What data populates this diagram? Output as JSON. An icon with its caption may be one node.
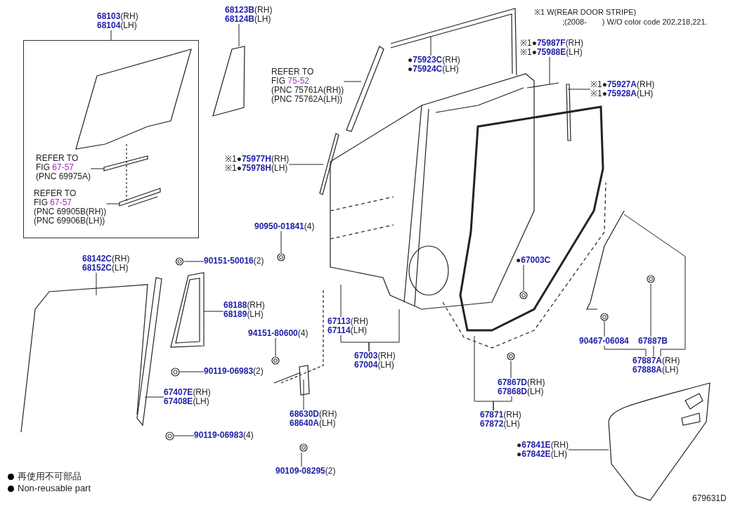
{
  "diagram": {
    "nodes": [
      {
        "text": [],
        "shape": "box"
      },
      {
        "text": [
          "**68103**(RH)",
          "**68104**(LH)"
        ]
      },
      {
        "text": [
          "REFER TO",
          "FIG *67-57*",
          "(PNC 69975A)"
        ],
        "in": 0
      },
      {
        "text": [
          "REFER TO",
          "FIG *67-57*",
          "(PNC 69905B(RH))",
          "(PNC 69906B(LH))"
        ],
        "in": 0
      },
      {
        "text": [
          "**68123B**(RH)",
          "**68124B**(LH)"
        ]
      },
      {
        "text": [
          "REFER TO",
          "FIG *75-52*",
          "(PNC 75761A(RH))",
          "(PNC 75762A(LH))"
        ]
      },
      {
        "text": [
          "※1●**75977H**(RH)",
          "※1●**75978H**(LH)"
        ]
      },
      {
        "text": [
          "**90950-01841**(4)"
        ]
      },
      {
        "text": [
          "●**75923C**(RH)",
          "●**75924C**(LH)"
        ]
      },
      {
        "text": [
          "※1●**75987F**(RH)",
          "※1●**75988E**(LH)"
        ]
      },
      {
        "text": [
          "※1●**75927A**(RH)",
          "※1●**75928A**(LH)"
        ]
      },
      {
        "text": [
          "**68142C**(RH)",
          "**68152C**(LH)"
        ]
      },
      {
        "text": [
          "**90151-50016**(2)"
        ]
      },
      {
        "text": [
          "**68188**(RH)",
          "**68189**(LH)"
        ]
      },
      {
        "text": [
          "**94151-80600**(4)"
        ]
      },
      {
        "text": [
          "**90119-06983**(2)"
        ]
      },
      {
        "text": [
          "**67407E**(RH)",
          "**67408E**(LH)"
        ]
      },
      {
        "text": [
          "**90119-06983**(4)"
        ]
      },
      {
        "text": [
          "**68630D**(RH)",
          "**68640A**(LH)"
        ]
      },
      {
        "text": [
          "**90109-08295**(2)"
        ]
      },
      {
        "text": [
          "**67113**(RH)",
          "**67114**(LH)"
        ]
      },
      {
        "text": [
          "**67003**(RH)",
          "**67004**(LH)"
        ]
      },
      {
        "text": [
          "●**67003C**"
        ]
      },
      {
        "text": [
          "**67867D**(RH)",
          "**67868D**(LH)"
        ]
      },
      {
        "text": [
          "**67871**(RH)",
          "**67872**(LH)"
        ]
      },
      {
        "text": [
          "**90467-06084**"
        ]
      },
      {
        "text": [
          "**67887B**"
        ]
      },
      {
        "text": [
          "**67887A**(RH)",
          "**67888A**(LH)"
        ]
      },
      {
        "text": [
          "●**67841E**(RH)",
          "●**67842E**(LH)"
        ]
      },
      {
        "text": [],
        "shape": "picture"
      },
      {
        "text": [],
        "shape": "picture"
      },
      {
        "text": [],
        "shape": "picture"
      },
      {
        "text": [],
        "shape": "picture"
      },
      {
        "text": [],
        "shape": "picture"
      },
      {
        "text": [],
        "shape": "picture"
      },
      {
        "text": [],
        "shape": "picture"
      },
      {
        "text": [],
        "shape": "picture"
      },
      {
        "text": [],
        "shape": "picture"
      },
      {
        "text": [],
        "shape": "picture"
      }
    ],
    "edges": [
      {
        "from": 1,
        "to": 0,
        "arrow": "none"
      },
      {
        "from": 2,
        "to": null,
        "arrow": "none"
      },
      {
        "from": 3,
        "to": null,
        "arrow": "none"
      },
      {
        "from": 4,
        "to": null,
        "arrow": "none"
      },
      {
        "from": 5,
        "to": null,
        "arrow": "none"
      },
      {
        "from": 6,
        "to": null,
        "arrow": "none"
      },
      {
        "from": 7,
        "to": 29,
        "arrow": "none"
      },
      {
        "from": 8,
        "to": null,
        "arrow": "none"
      },
      {
        "from": 9,
        "to": null,
        "arrow": "none"
      },
      {
        "from": 10,
        "to": null,
        "arrow": "none"
      },
      {
        "from": 11,
        "to": null,
        "arrow": "none"
      },
      {
        "from": 12,
        "to": 30,
        "arrow": "none"
      },
      {
        "from": 13,
        "to": null,
        "arrow": "none"
      },
      {
        "from": 14,
        "to": 31,
        "arrow": "none"
      },
      {
        "from": 15,
        "to": 32,
        "arrow": "none"
      },
      {
        "from": 16,
        "to": null,
        "arrow": "none"
      },
      {
        "from": 17,
        "to": 33,
        "arrow": "none"
      },
      {
        "from": 18,
        "to": null,
        "arrow": "none"
      },
      {
        "from": 19,
        "to": 34,
        "arrow": "none"
      },
      {
        "from": 20,
        "to": null,
        "arrow": "none"
      },
      {
        "from": 21,
        "to": 20,
        "arrow": "none"
      },
      {
        "from": 21,
        "to": null,
        "arrow": "none"
      },
      {
        "from": 22,
        "to": 35,
        "arrow": "none"
      },
      {
        "from": 23,
        "to": 36,
        "arrow": "none"
      },
      {
        "from": 24,
        "to": null,
        "arrow": "none"
      },
      {
        "from": 24,
        "to": 23,
        "arrow": "none"
      },
      {
        "from": 27,
        "to": 25,
        "arrow": "none"
      },
      {
        "from": 27,
        "to": 26,
        "arrow": "none"
      },
      {
        "from": 27,
        "to": null,
        "arrow": "none"
      },
      {
        "from": 28,
        "to": null,
        "arrow": "none"
      },
      {
        "from": 26,
        "to": 37,
        "arrow": "none"
      },
      {
        "from": 25,
        "to": 38,
        "arrow": "none"
      }
    ],
    "labels": [
      "※1 W(REAR DOOR STRIPE)",
      ";(2008-　　) W/O color code 202,218,221.",
      "679631D"
    ],
    "legend": [
      {
        "text": "再使用不可部品"
      },
      {
        "text": "Non-reusable part"
      }
    ]
  }
}
